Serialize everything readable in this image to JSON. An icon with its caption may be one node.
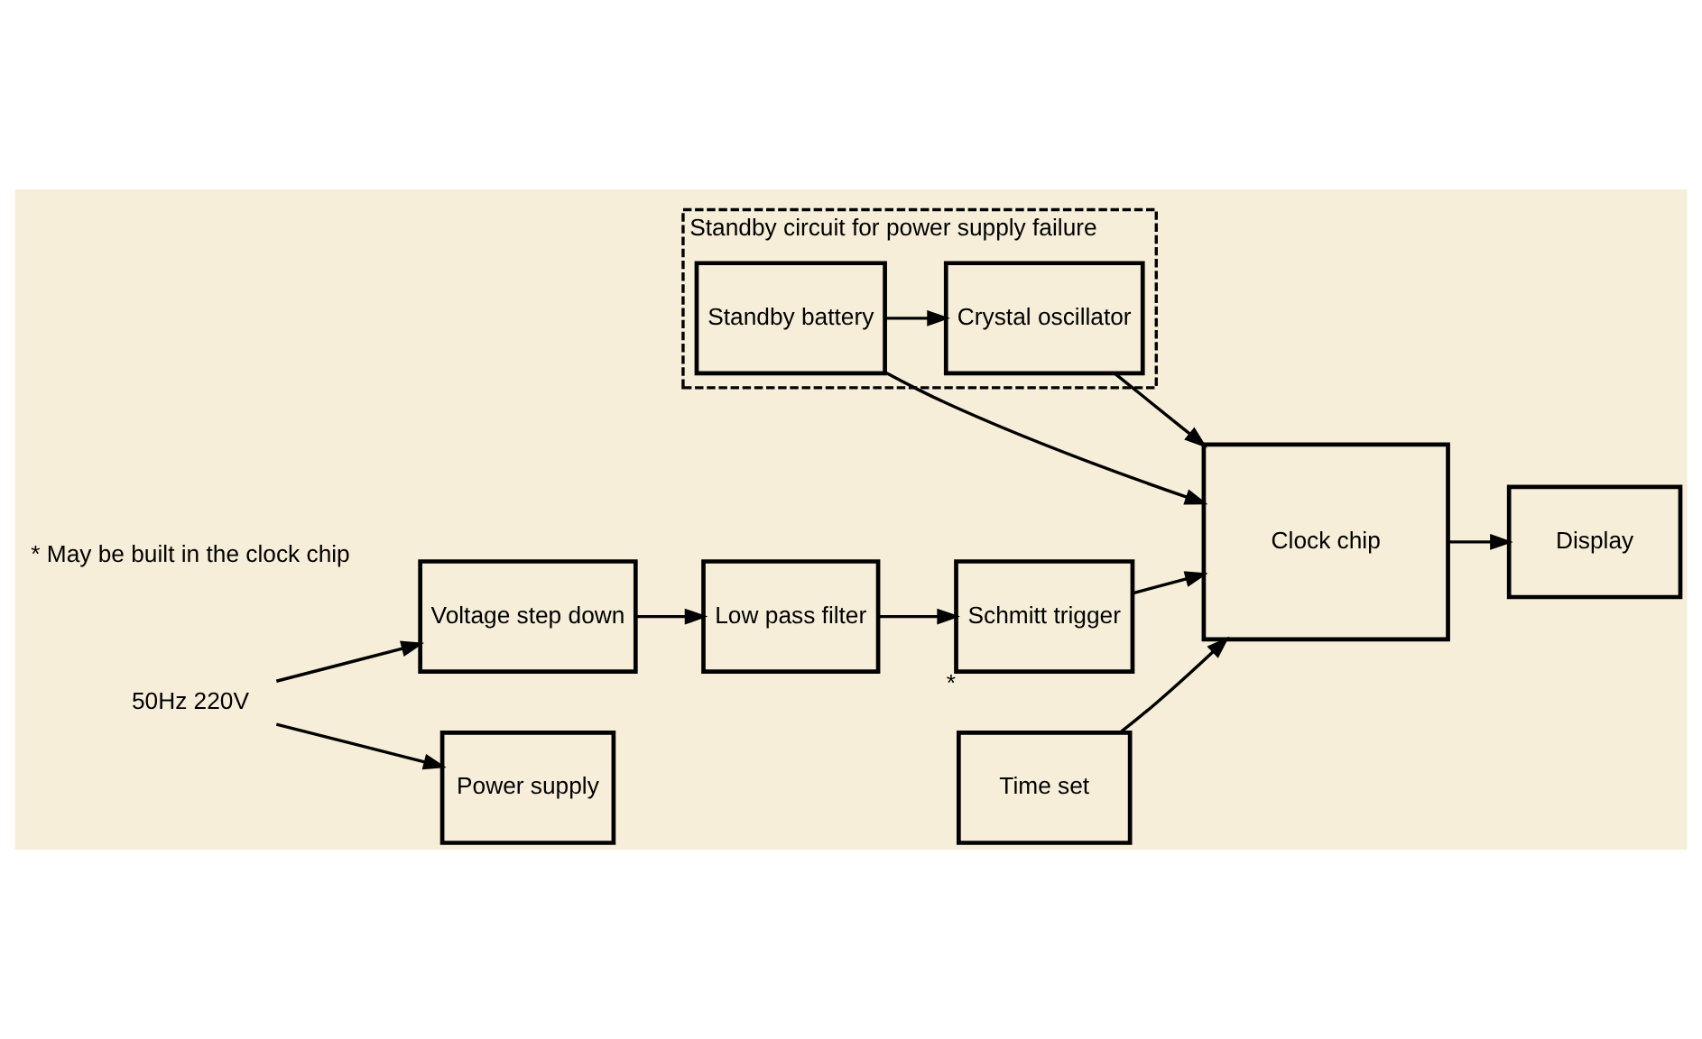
{
  "diagram": {
    "nodes": [
      {
        "text": [
          "Standby circuit for power supply failure"
        ]
      },
      {
        "text": [
          "Crystal oscillator"
        ],
        "in": 0
      },
      {
        "text": [
          "Standby battery"
        ],
        "in": 0
      },
      {
        "text": [
          "50Hz 220V"
        ]
      },
      {
        "text": [
          "Voltage step down"
        ]
      },
      {
        "text": [
          "Low pass filter"
        ]
      },
      {
        "text": [
          "Schmitt trigger"
        ],
        "beside": [
          "*"
        ]
      },
      {
        "text": [
          "Clock chip"
        ]
      },
      {
        "text": [
          "Display"
        ]
      },
      {
        "text": [
          "Power supply"
        ]
      },
      {
        "text": [
          "Time set"
        ]
      }
    ],
    "edges": [
      {
        "from": 2,
        "to": 1,
        "arrow": "to"
      },
      {
        "from": 1,
        "to": 7,
        "arrow": "to"
      },
      {
        "from": 2,
        "to": 7,
        "arrow": "to"
      },
      {
        "from": 3,
        "to": 4,
        "arrow": "to"
      },
      {
        "from": 3,
        "to": 9,
        "arrow": "to"
      },
      {
        "from": 4,
        "to": 5,
        "arrow": "to"
      },
      {
        "from": 5,
        "to": 6,
        "arrow": "to"
      },
      {
        "from": 6,
        "to": 7,
        "arrow": "to"
      },
      {
        "from": 7,
        "to": 8,
        "arrow": "to"
      },
      {
        "from": 10,
        "to": 7,
        "arrow": "to"
      }
    ],
    "labels": [
      "* May be built in the clock chip"
    ]
  }
}
